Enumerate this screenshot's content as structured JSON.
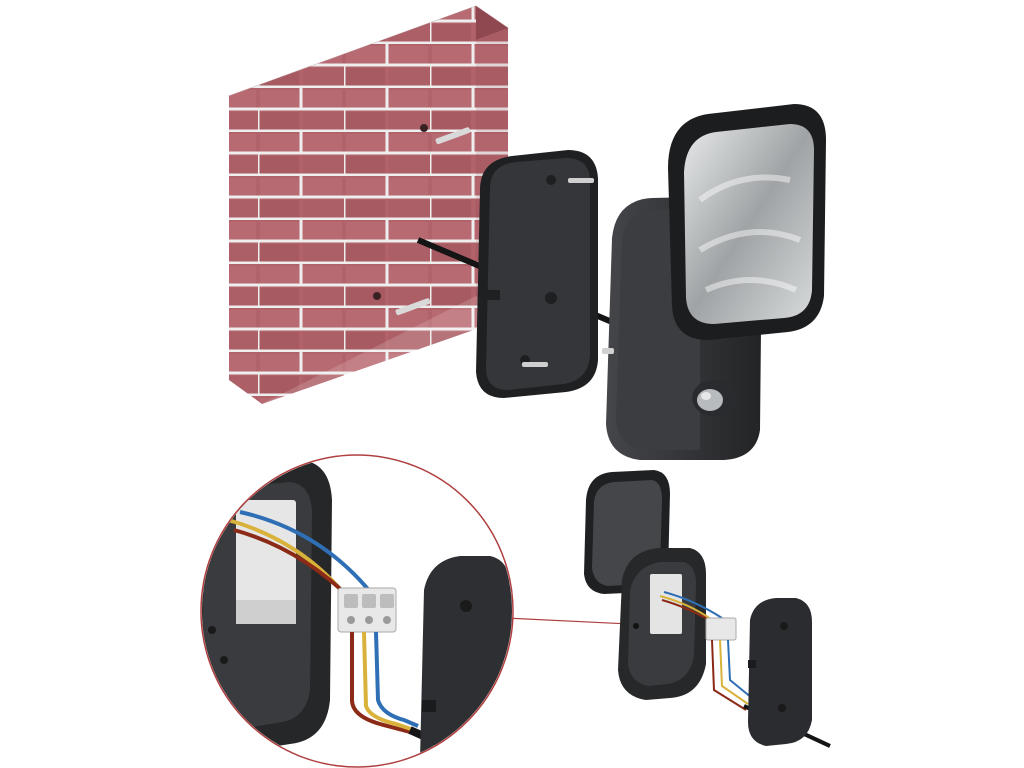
{
  "image": {
    "description_free": true,
    "colors": {
      "background": "#ffffff",
      "brick": "#b2626a",
      "brick_dark": "#8f4850",
      "mortar": "#eeeeee",
      "housing": "#2f3032",
      "housing_light": "#4a4b4e",
      "lens": "#c9cccd",
      "wire_brown": "#8b2a16",
      "wire_blue": "#2f6fb5",
      "wire_yellow": "#d8b23a",
      "callout_line": "#b04040"
    },
    "icons": [
      "brick-wall",
      "mounting-base-plate",
      "floodlight-with-sensor",
      "terminal-block",
      "zoom-callout"
    ]
  }
}
